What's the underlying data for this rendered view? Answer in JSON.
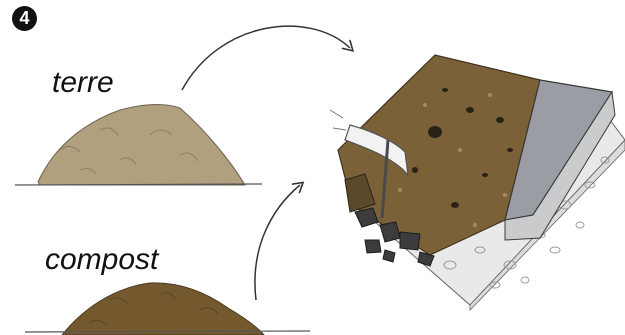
{
  "step": {
    "number": "4",
    "badge_color": "#111111"
  },
  "labels": {
    "soil": "terre",
    "compost": "compost"
  },
  "colors": {
    "soil_pile": "#b0a07d",
    "compost_pile": "#74592f",
    "ground_line": "#555555",
    "arrow": "#333333",
    "trench_soil": "#7a6137",
    "slab_top": "#9a9ea4",
    "slab_side": "#c9cbcd",
    "gravel": "#e9e9e9",
    "stone": "#3c3c3c"
  },
  "icons": {
    "pickaxe": "pickaxe-icon",
    "arrow": "curved-arrow-icon"
  }
}
